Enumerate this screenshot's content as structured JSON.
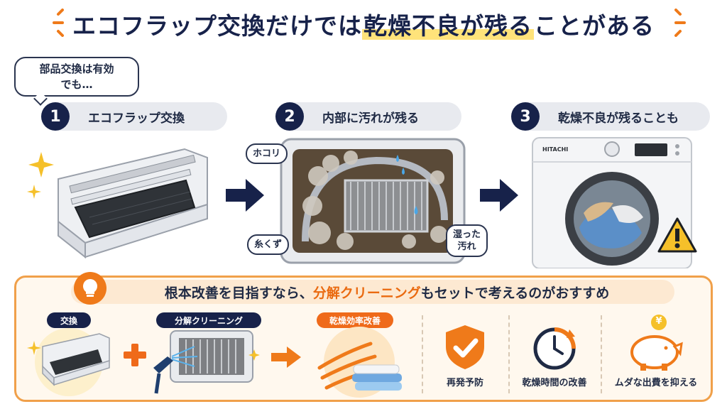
{
  "title": {
    "part1": "エコフラップ交換だけでは",
    "highlight": "乾燥不良が残る",
    "part2": "ことがある"
  },
  "bubble": {
    "line1": "部品交換は有効",
    "line2": "でも…"
  },
  "steps": [
    {
      "num": "1",
      "label": "エコフラップ交換"
    },
    {
      "num": "2",
      "label": "内部に汚れが残る"
    },
    {
      "num": "3",
      "label": "乾燥不良が残ることも"
    }
  ],
  "callouts": {
    "dust": "ホコリ",
    "lint": "糸くず",
    "wet_line1": "湿った",
    "wet_line2": "汚れ"
  },
  "washer_brand": "HITACHI",
  "banner": {
    "part1": "根本改善を目指すなら、",
    "accent": "分解クリーニング",
    "part2": "もセットで考えるのがおすすめ"
  },
  "pills": {
    "replace": "交換",
    "cleaning": "分解クリーニング",
    "efficiency": "乾燥効率改善"
  },
  "benefits": [
    {
      "label": "再発予防",
      "icon": "shield-check-icon"
    },
    {
      "label": "乾燥時間の改善",
      "icon": "clock-icon"
    },
    {
      "label": "ムダな出費を抑える",
      "icon": "piggy-bank-icon"
    }
  ],
  "yen_symbol": "¥",
  "colors": {
    "navy": "#17224a",
    "orange": "#ef6a1a",
    "highlight": "#ffe37a",
    "banner_bg": "#fde9d2"
  }
}
